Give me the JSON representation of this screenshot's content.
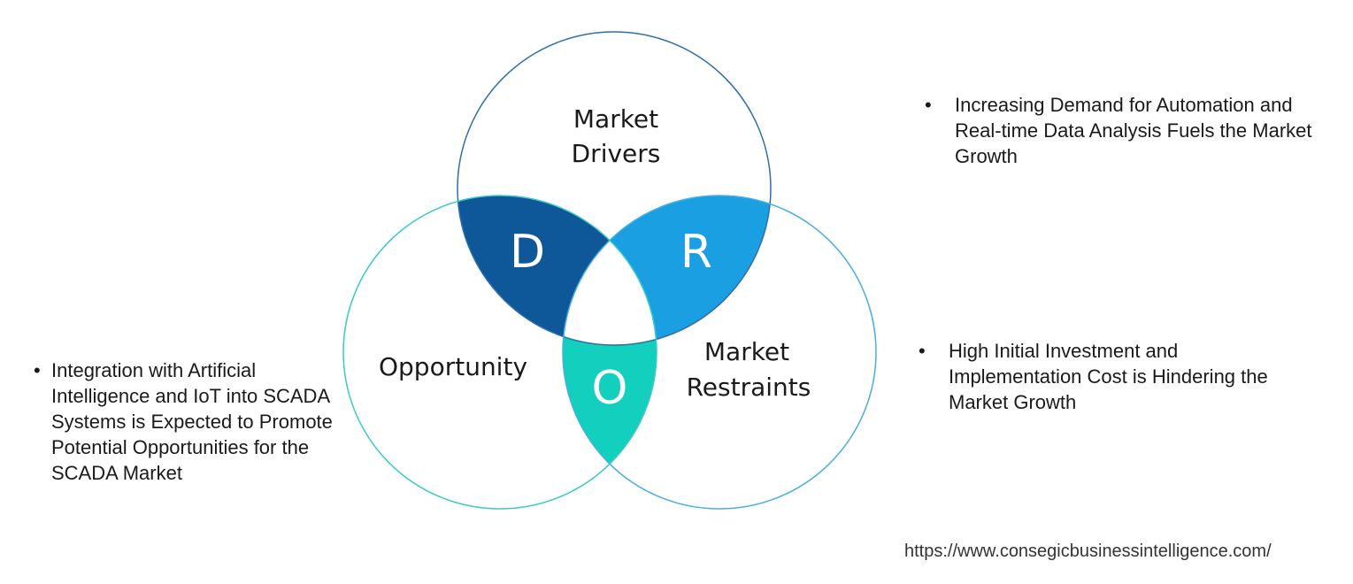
{
  "circles": {
    "drivers": {
      "line1": "Market",
      "line2": "Drivers",
      "stroke": "#2f6fa8"
    },
    "restraints": {
      "line1": "Market",
      "line2": "Restraints",
      "stroke": "#4aaee0"
    },
    "opportunity": {
      "label": "Opportunity",
      "stroke": "#3cc9c9"
    }
  },
  "intersections": {
    "d": {
      "letter": "D",
      "color": "#0e5799"
    },
    "r": {
      "letter": "R",
      "color": "#1a9fe3"
    },
    "o": {
      "letter": "O",
      "color": "#12cfbe"
    }
  },
  "bullets": {
    "drivers": "Increasing Demand for Automation and Real-time Data Analysis Fuels the Market Growth",
    "restraints": "High Initial Investment and Implementation Cost is Hindering the Market Growth",
    "opportunity": "Integration with Artificial Intelligence and IoT into SCADA Systems is Expected to Promote Potential Opportunities for the SCADA Market"
  },
  "bullet_symbol": "•",
  "source_url": "https://www.consegicbusinessintelligence.com/"
}
